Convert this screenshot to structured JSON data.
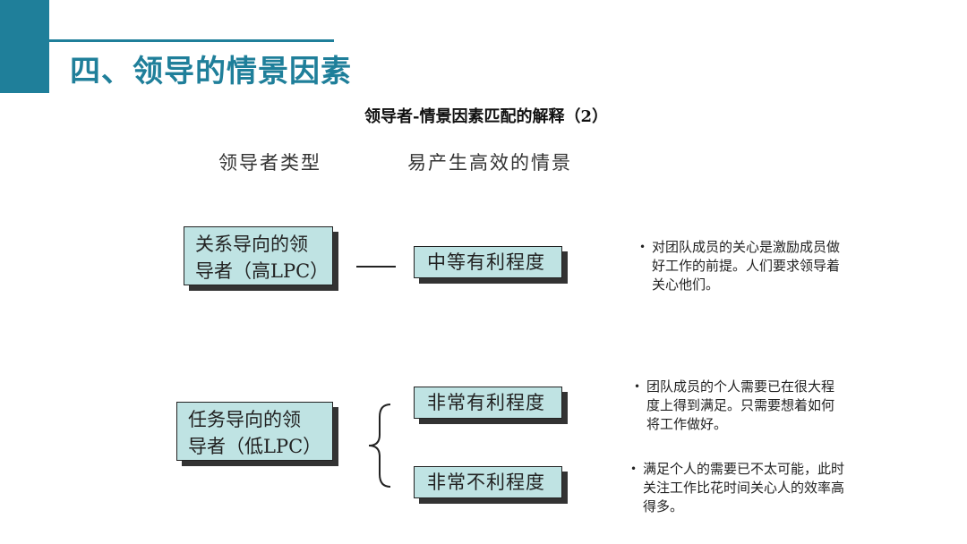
{
  "slide": {
    "title": "四、领导的情景因素",
    "subtitle": "领导者-情景因素匹配的解释（2）"
  },
  "columns": {
    "leader_type": "领导者类型",
    "situation": "易产生高效的情景"
  },
  "leaders": [
    {
      "line1": "关系导向的领",
      "line2": "导者（高LPC）"
    },
    {
      "line1": "任务导向的领",
      "line2": "导者（低LPC）"
    }
  ],
  "situations": [
    {
      "label": "中等有利程度"
    },
    {
      "label": "非常有利程度"
    },
    {
      "label": "非常不利程度"
    }
  ],
  "notes": [
    "对团队成员的关心是激励成员做好工作的前提。人们要求领导着关心他们。",
    "团队成员的个人需要已在很大程度上得到满足。只需要想着如何将工作做好。",
    "满足个人的需要已不太可能，此时关注工作比花时间关心人的效率高得多。"
  ],
  "colors": {
    "accent": "#1f7f9a",
    "box_fill": "#bfe3e3",
    "box_shadow": "#333333"
  }
}
